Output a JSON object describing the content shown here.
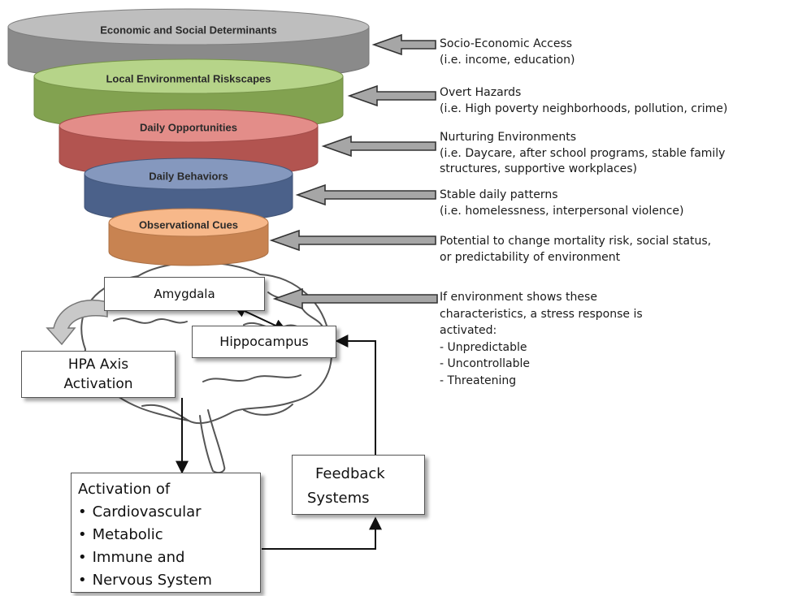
{
  "funnel": {
    "levels": [
      {
        "label": "Economic and Social Determinants",
        "color": "#a8a8a8"
      },
      {
        "label": "Local Environmental Riskscapes",
        "color": "#9ec561"
      },
      {
        "label": "Daily Opportunities",
        "color": "#d96762"
      },
      {
        "label": "Daily Behaviors",
        "color": "#5c76a8"
      },
      {
        "label": "Observational Cues",
        "color": "#f4a063"
      }
    ]
  },
  "notes": {
    "n1": {
      "lines": [
        "Socio-Economic Access",
        "(i.e. income, education)"
      ]
    },
    "n2": {
      "lines": [
        "Overt Hazards",
        "(i.e. High poverty neighborhoods, pollution, crime)"
      ]
    },
    "n3": {
      "lines": [
        "Nurturing Environments",
        "(i.e. Daycare, after school programs, stable family",
        "structures, supportive workplaces)"
      ]
    },
    "n4": {
      "lines": [
        "Stable daily patterns",
        "(i.e. homelessness, interpersonal violence)"
      ]
    },
    "n5": {
      "lines": [
        "Potential to change mortality risk, social status,",
        "or predictability of environment"
      ]
    },
    "n6": {
      "lines": [
        "If environment shows these",
        "characteristics, a stress response is",
        "activated:",
        "- Unpredictable",
        "- Uncontrollable",
        "- Threatening"
      ]
    }
  },
  "boxes": {
    "amygdala": "Amygdala",
    "hippocampus": "Hippocampus",
    "hpa": {
      "line1": "HPA Axis",
      "line2": "Activation"
    },
    "feedback": {
      "line1": "Feedback",
      "line2": "Systems"
    },
    "activation": {
      "title": "Activation of",
      "items": [
        "Cardiovascular",
        "Metabolic",
        "Immune and",
        "Nervous System"
      ]
    }
  },
  "colors": {
    "arrow_fill": "#a6a6a6",
    "arrow_stroke": "#333333"
  },
  "icons": {
    "brain": "brain-outline-icon"
  }
}
